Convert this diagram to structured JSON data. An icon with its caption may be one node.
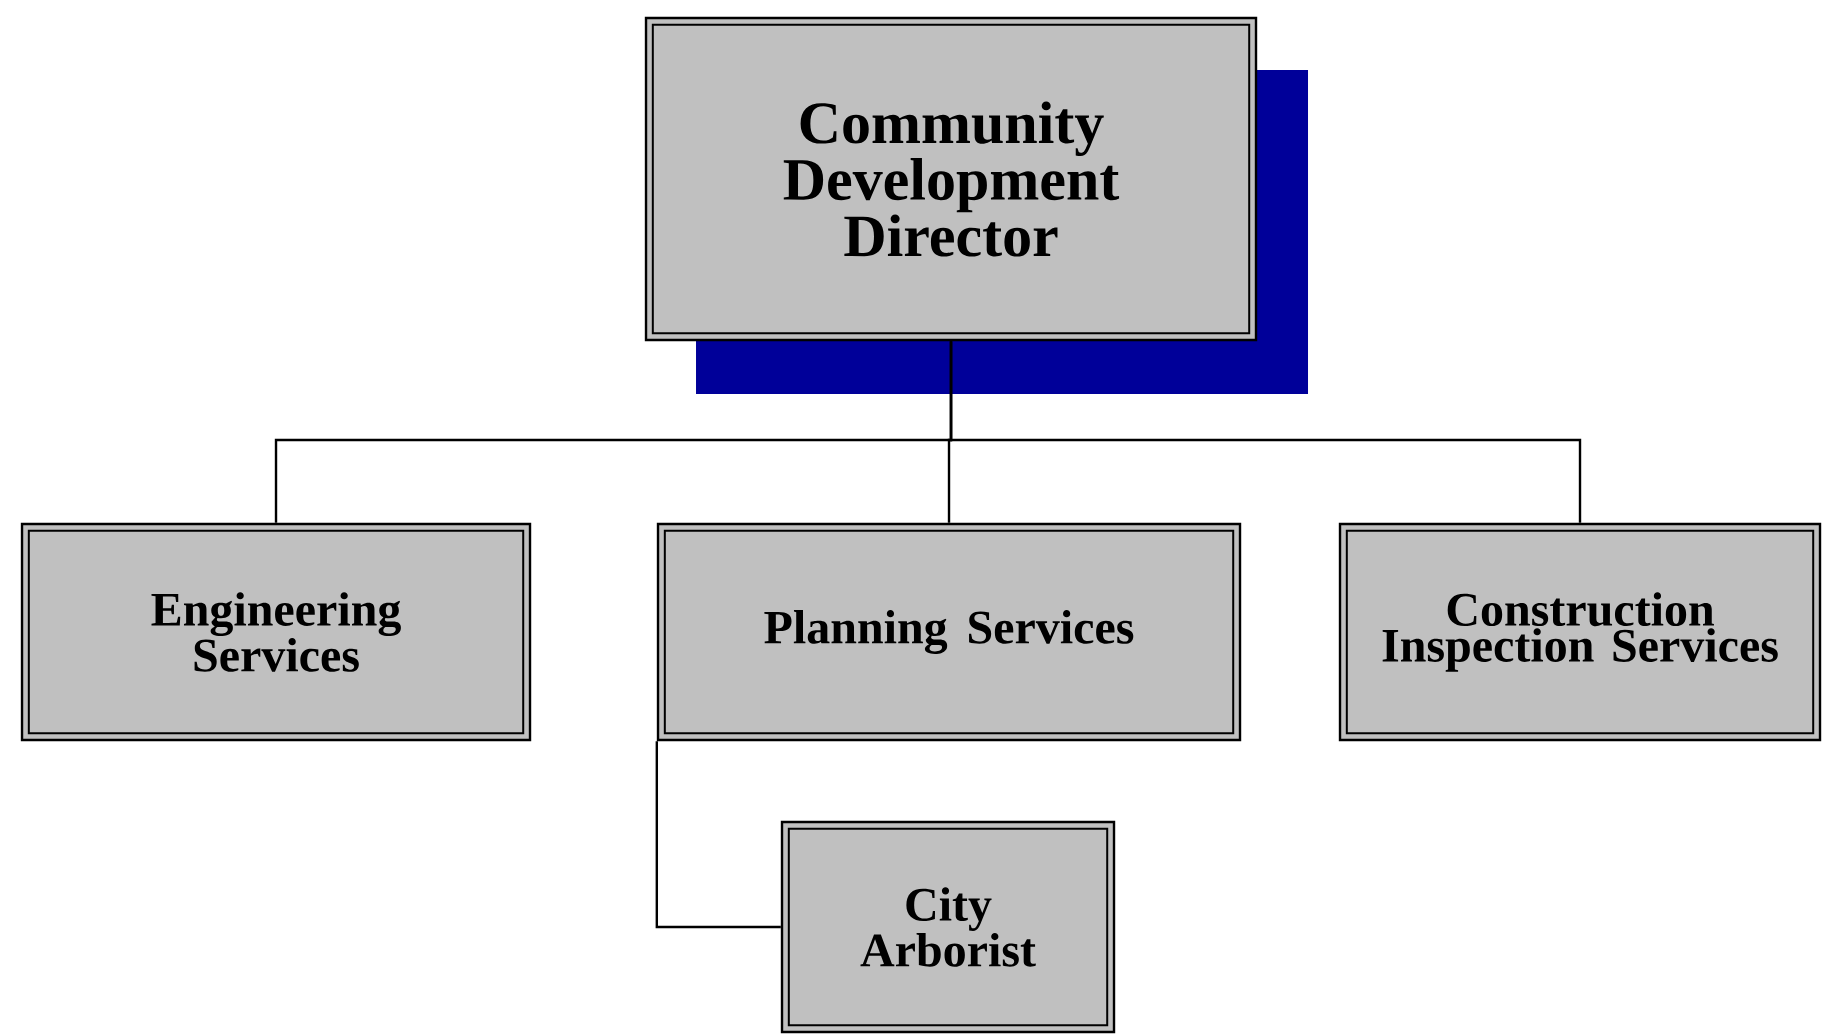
{
  "diagram": {
    "nodes": [
      {
        "text": [
          "Community Development Director"
        ]
      },
      {
        "text": [
          "Engineering Services"
        ]
      },
      {
        "text": [
          "Planning Services"
        ]
      },
      {
        "text": [
          "Construction Inspection Services"
        ]
      },
      {
        "text": [
          "City Arborist"
        ]
      }
    ],
    "edges": [
      {
        "from": 0,
        "to": 1,
        "arrow": "none"
      },
      {
        "from": 0,
        "to": 2,
        "arrow": "none"
      },
      {
        "from": 0,
        "to": 3,
        "arrow": "none"
      },
      {
        "from": 2,
        "to": 4,
        "arrow": "none"
      }
    ]
  }
}
